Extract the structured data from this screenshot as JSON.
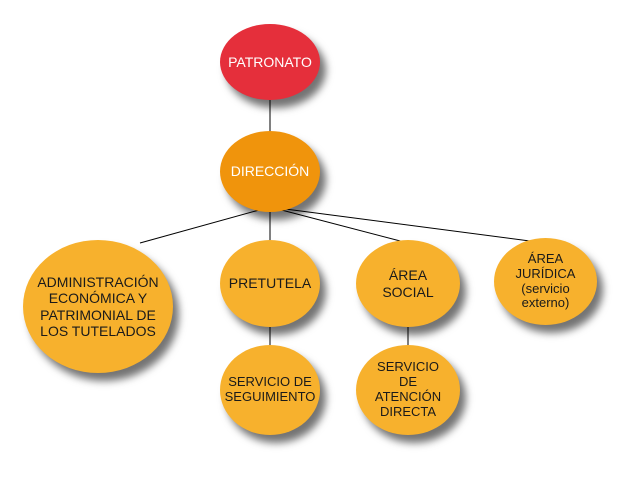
{
  "nodes": {
    "patronato": "PATRONATO",
    "direccion": "DIRECCIÓN",
    "administracion": "ADMINISTRACIÓN\nECONÓMICA Y\nPATRIMONIAL DE\nLOS TUTELADOS",
    "pretutela": "PRETUTELA",
    "area_social": "ÁREA\nSOCIAL",
    "area_juridica": "ÁREA\nJURÍDICA\n(servicio\nexterno)",
    "seguimiento": "SERVICIO DE\nSEGUIMIENTO",
    "atencion": "SERVICIO\nDE\nATENCIÓN\nDIRECTA"
  },
  "colors": {
    "top": "#e52f3b",
    "management": "#f0940c",
    "units": "#f7b12d"
  }
}
